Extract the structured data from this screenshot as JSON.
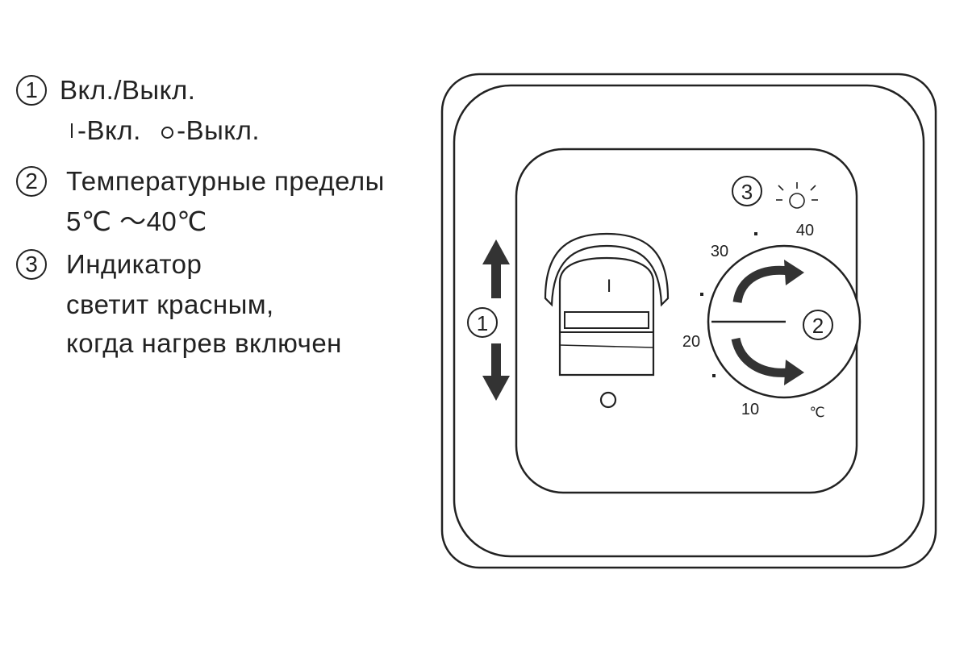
{
  "legend": {
    "item1": {
      "number": "1",
      "title": "Вкл./Выкл.",
      "on_label": "-Вкл.",
      "off_label": "-Выкл."
    },
    "item2": {
      "number": "2",
      "title": "Температурные пределы",
      "range": "5℃ ～40℃"
    },
    "item3": {
      "number": "3",
      "line1": "Индикатор",
      "line2": "светит красным,",
      "line3": "когда нагрев включен"
    }
  },
  "device": {
    "switch_on_symbol": "I",
    "callout_switch": "1",
    "callout_dial": "2",
    "callout_indicator": "3",
    "dial_labels": {
      "t10": "10",
      "t20": "20",
      "t30": "30",
      "t40": "40",
      "unit": "℃"
    }
  },
  "colors": {
    "line": "#222222",
    "arrow": "#333333",
    "background": "#ffffff"
  },
  "icons": [
    "number-circle",
    "up-arrow-icon",
    "down-arrow-icon",
    "sun-indicator-icon",
    "rotate-arrow-icon"
  ]
}
